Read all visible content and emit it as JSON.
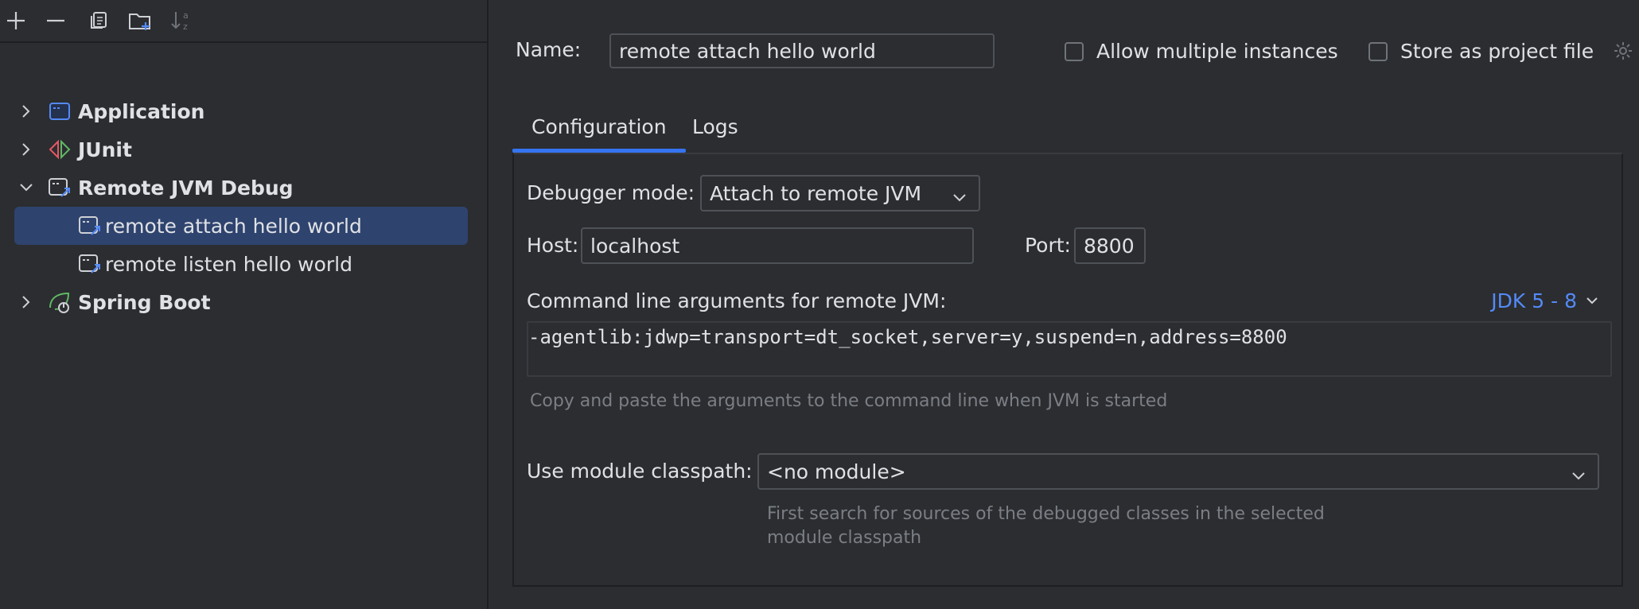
{
  "toolbar": {
    "icons": [
      "plus-icon",
      "minus-icon",
      "copy-icon",
      "new-folder-icon",
      "sort-alpha-icon"
    ]
  },
  "tree": {
    "items": [
      {
        "label": "Application",
        "icon": "application-icon",
        "expanded": false,
        "level": 0
      },
      {
        "label": "JUnit",
        "icon": "junit-icon",
        "expanded": false,
        "level": 0
      },
      {
        "label": "Remote JVM Debug",
        "icon": "remote-debug-icon",
        "expanded": true,
        "level": 0
      },
      {
        "label": "remote attach hello world",
        "icon": "remote-debug-icon",
        "level": 1,
        "selected": true
      },
      {
        "label": "remote listen hello world",
        "icon": "remote-debug-icon",
        "level": 1
      },
      {
        "label": "Spring Boot",
        "icon": "spring-boot-icon",
        "expanded": false,
        "level": 0
      }
    ]
  },
  "config": {
    "name_label": "Name:",
    "name_value": "remote attach hello world",
    "allow_multiple": "Allow multiple instances",
    "store_project": "Store as project file",
    "tabs": [
      {
        "label": "Configuration",
        "active": true
      },
      {
        "label": "Logs",
        "active": false
      }
    ],
    "debugger_mode_label": "Debugger mode:",
    "debugger_mode_value": "Attach to remote JVM",
    "host_label": "Host:",
    "host_value": "localhost",
    "port_label": "Port:",
    "port_value": "8800",
    "cmd_label": "Command line arguments for remote JVM:",
    "jdk_label": "JDK 5 - 8",
    "cmd_value": "-agentlib:jdwp=transport=dt_socket,server=y,suspend=n,address=8800",
    "cmd_hint": "Copy and paste the arguments to the command line when JVM is started",
    "module_label": "Use module classpath:",
    "module_value": "<no module>",
    "module_hint_1": "First search for sources of the debugged classes in the selected",
    "module_hint_2": "module classpath"
  },
  "colors": {
    "accent": "#3574f0",
    "link": "#548af7",
    "selection": "#2e436e",
    "background": "#2b2d30"
  }
}
